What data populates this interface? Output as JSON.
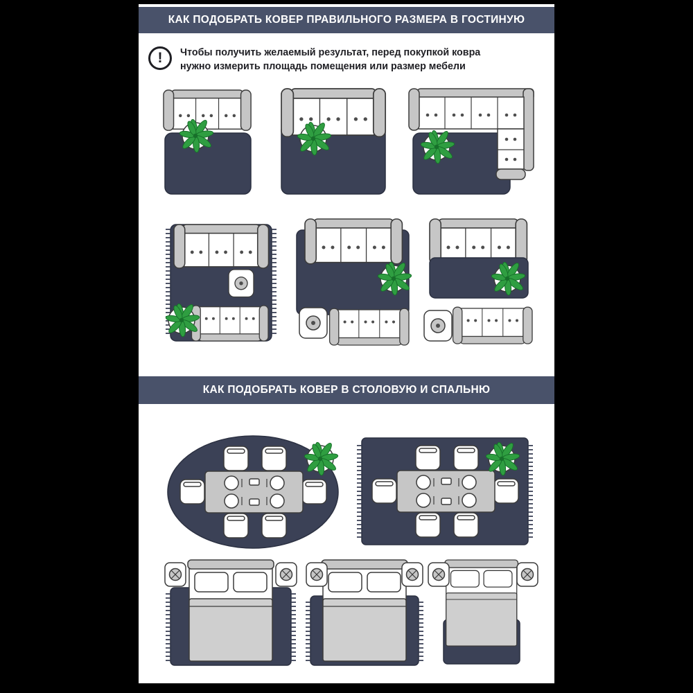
{
  "meta": {
    "language": "ru",
    "kind": "rug-size-infographic"
  },
  "colors": {
    "canvas-bg": "#000000",
    "content-bg": "#ffffff",
    "header-bg": "#49526a",
    "header-text": "#ffffff",
    "note-text": "#1f1f24",
    "rug": "#3b4156",
    "rug-edge": "#2b3041",
    "furniture": "#c6c6c6",
    "furniture-light": "#cfcfcf",
    "outline": "#3c3c3c",
    "plant-green": "#2f9e41",
    "plant-dark": "#17702a"
  },
  "sections": {
    "living_room": {
      "title": "КАК ПОДОБРАТЬ КОВЕР ПРАВИЛЬНОГО РАЗМЕРА В ГОСТИНУЮ",
      "note": {
        "icon_glyph": "!",
        "line1": "Чтобы получить желаемый результат, перед покупкой ковра",
        "line2": "нужно измерить площадь помещения или размер мебели"
      },
      "layouts": [
        {
          "name": "rug-in-front-of-sofa"
        },
        {
          "name": "sofa-front-legs-on-rug"
        },
        {
          "name": "corner-sofa-on-rug"
        },
        {
          "name": "all-furniture-on-large-rug"
        },
        {
          "name": "front-legs-of-all-furniture-on-rug"
        },
        {
          "name": "small-rug-between-furniture"
        }
      ]
    },
    "dining_bedroom": {
      "title": "КАК ПОДОБРАТЬ КОВЕР В СТОЛОВУЮ И СПАЛЬНЮ",
      "layouts": [
        {
          "name": "oval-rug-under-dining-set"
        },
        {
          "name": "rectangular-rug-under-dining-set"
        },
        {
          "name": "large-rug-under-whole-bed"
        },
        {
          "name": "rug-under-lower-part-of-bed"
        },
        {
          "name": "small-rug-at-foot-of-bed"
        }
      ]
    }
  }
}
